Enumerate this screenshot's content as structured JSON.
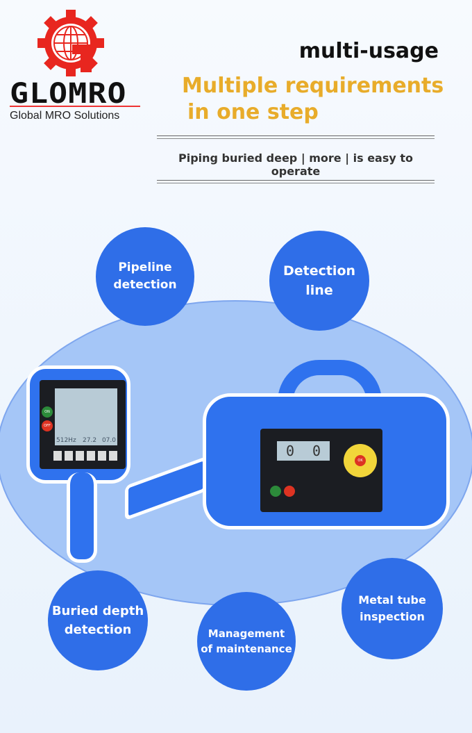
{
  "brand": {
    "name": "GLOMRO",
    "tagline": "Global MRO Solutions",
    "logo_color": "#e8261f"
  },
  "header": {
    "title": "multi-usage",
    "subtitle_line1": "Multiple requirements",
    "subtitle_line2": "in one step",
    "tagline": "Piping buried deep | more | is easy to operate",
    "accent": "#e8ac2a"
  },
  "features": [
    {
      "line1": "Pipeline",
      "line2": "detection"
    },
    {
      "line1": "Detection",
      "line2": "line"
    },
    {
      "line1": "Buried depth",
      "line2": "detection"
    },
    {
      "line1": "Management",
      "line2": "of maintenance"
    },
    {
      "line1": "Metal tube",
      "line2": "inspection"
    }
  ],
  "device": {
    "receiver_screen": [
      "512Hz",
      "27.2",
      "07.0"
    ],
    "transmitter_display": [
      "0",
      "0"
    ],
    "on_label": "ON",
    "off_label": "OFF",
    "ok_label": "OK"
  },
  "colors": {
    "circle": "#2f6ee8",
    "ellipse": "#a5c6f7"
  }
}
